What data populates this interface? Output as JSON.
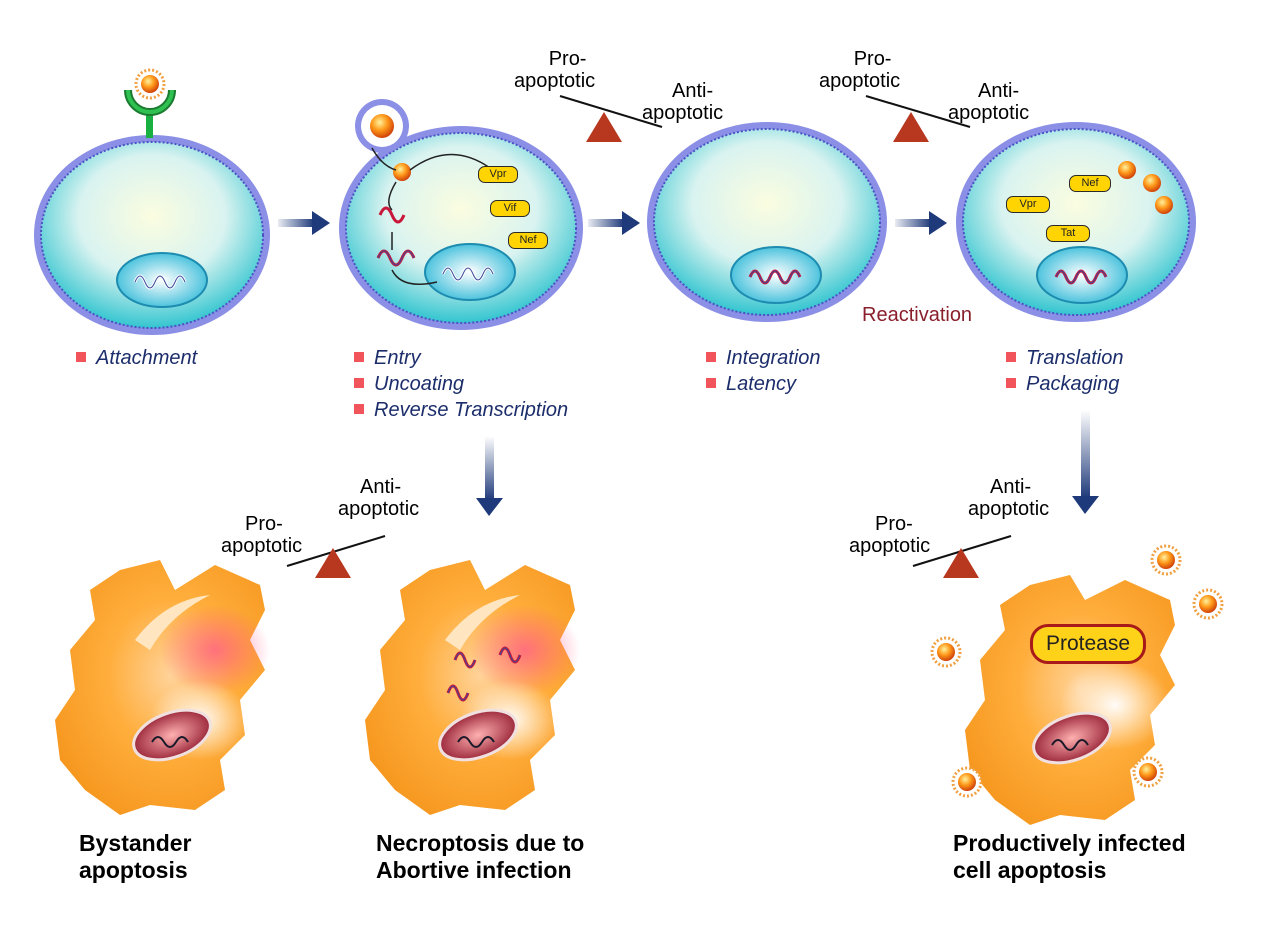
{
  "balances": {
    "top1": {
      "pro": [
        "Pro-",
        "apoptotic"
      ],
      "anti": [
        "Anti-",
        "apoptotic"
      ]
    },
    "top2": {
      "pro": [
        "Pro-",
        "apoptotic"
      ],
      "anti": [
        "Anti-",
        "apoptotic"
      ]
    },
    "bottom1": {
      "pro": [
        "Pro-",
        "apoptotic"
      ],
      "anti": [
        "Anti-",
        "apoptotic"
      ]
    },
    "bottom2": {
      "pro": [
        "Pro-",
        "apoptotic"
      ],
      "anti": [
        "Anti-",
        "apoptotic"
      ]
    }
  },
  "stages": {
    "attachment": [
      "Attachment"
    ],
    "entry": [
      "Entry",
      "Uncoating",
      "Reverse Transcription"
    ],
    "integration": [
      "Integration",
      "Latency"
    ],
    "translation": [
      "Translation",
      "Packaging"
    ]
  },
  "reactivation": "Reactivation",
  "proteins": {
    "cell2": [
      "Vpr",
      "Vif",
      "Nef"
    ],
    "cell4": [
      "Nef",
      "Vpr",
      "Tat"
    ]
  },
  "protease": "Protease",
  "outcomes": {
    "bystander": [
      "Bystander",
      "apoptosis"
    ],
    "necroptosis": [
      "Necroptosis due to",
      "Abortive infection"
    ],
    "productive": [
      "Productively infected",
      "cell apoptosis"
    ]
  },
  "colors": {
    "arrow": "#1f3a7a",
    "triangle": "#b8371f",
    "membrane": "#6b6fd6",
    "cell_fill": "#c9f0f2",
    "bullet": "#f2545b",
    "step_text": "#1c2d6b",
    "reactivation_text": "#8a1f2c",
    "dying_cell": "#f5a530",
    "protein_pill": "#ffd400"
  }
}
